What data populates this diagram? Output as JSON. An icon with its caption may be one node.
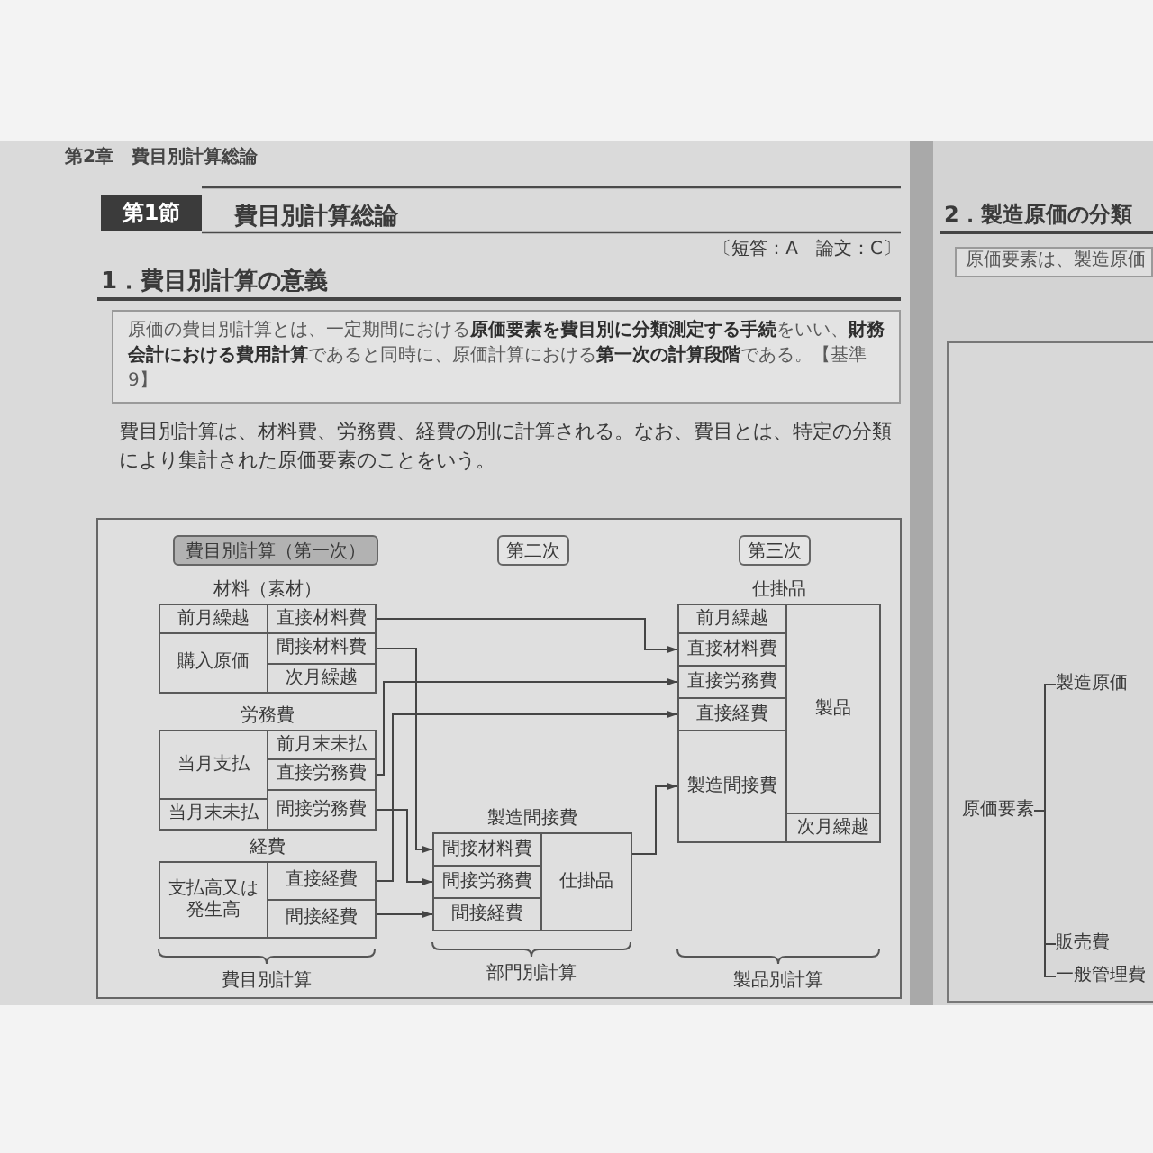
{
  "diagram": {
    "nodes": [
      {
        "text": [
          "第1節"
        ]
      },
      {
        "text": [
          "原価の費目別計算とは、一定期間における**原価要素を費目別に分類測定する手続**をいい、**財務会計における費用計算**であると同時に、原価計算における**第一次の計算段階**である。【基準9】"
        ]
      },
      {
        "text": [
          "費目別計算（第一次）"
        ]
      },
      {
        "text": [
          "第二次"
        ]
      },
      {
        "text": [
          "第三次"
        ]
      },
      {
        "text": [
          "材料（素材）"
        ]
      },
      {
        "text": [
          "前月繰越"
        ],
        "in": 5
      },
      {
        "text": [
          "購入原価"
        ],
        "in": 5
      },
      {
        "text": [
          "直接材料費"
        ],
        "in": 5
      },
      {
        "text": [
          "間接材料費"
        ],
        "in": 5
      },
      {
        "text": [
          "次月繰越"
        ],
        "in": 5
      },
      {
        "text": [
          "労務費"
        ]
      },
      {
        "text": [
          "当月支払"
        ],
        "in": 11
      },
      {
        "text": [
          "当月末未払"
        ],
        "in": 11
      },
      {
        "text": [
          "前月末未払"
        ],
        "in": 11
      },
      {
        "text": [
          "直接労務費"
        ],
        "in": 11
      },
      {
        "text": [
          "間接労務費"
        ],
        "in": 11
      },
      {
        "text": [
          "経費"
        ]
      },
      {
        "text": [
          "支払高又は発生高"
        ],
        "in": 17
      },
      {
        "text": [
          "直接経費"
        ],
        "in": 17
      },
      {
        "text": [
          "間接経費"
        ],
        "in": 17
      },
      {
        "text": [
          "製造間接費"
        ]
      },
      {
        "text": [
          "間接材料費"
        ],
        "in": 21
      },
      {
        "text": [
          "間接労務費"
        ],
        "in": 21
      },
      {
        "text": [
          "間接経費"
        ],
        "in": 21
      },
      {
        "text": [
          "仕掛品"
        ],
        "in": 21
      },
      {
        "text": [
          "仕掛品"
        ]
      },
      {
        "text": [
          "前月繰越"
        ],
        "in": 26
      },
      {
        "text": [
          "直接材料費"
        ],
        "in": 26
      },
      {
        "text": [
          "直接労務費"
        ],
        "in": 26
      },
      {
        "text": [
          "直接経費"
        ],
        "in": 26
      },
      {
        "text": [
          "製造間接費"
        ],
        "in": 26
      },
      {
        "text": [
          "製品"
        ],
        "in": 26
      },
      {
        "text": [
          "次月繰越"
        ],
        "in": 26
      },
      {
        "text": [
          "原価要素は、製造原価"
        ]
      },
      {
        "text": [
          "製造原価"
        ]
      },
      {
        "text": [
          "原価要素"
        ]
      },
      {
        "text": [
          "販売費"
        ]
      },
      {
        "text": [
          "一般管理費"
        ]
      }
    ],
    "edges": [
      {
        "from": 8,
        "to": 28,
        "arrow": "to"
      },
      {
        "from": 9,
        "to": 22,
        "arrow": "to"
      },
      {
        "from": 15,
        "to": 29,
        "arrow": "to"
      },
      {
        "from": 16,
        "to": 23,
        "arrow": "to"
      },
      {
        "from": 19,
        "to": 30,
        "arrow": "to"
      },
      {
        "from": 20,
        "to": 24,
        "arrow": "to"
      },
      {
        "from": 25,
        "to": 31,
        "arrow": "to"
      },
      {
        "from": 36,
        "to": 35,
        "arrow": "none"
      },
      {
        "from": 36,
        "to": 37,
        "arrow": "none"
      },
      {
        "from": 36,
        "to": 38,
        "arrow": "none"
      }
    ],
    "labels": [
      "第2章　費目別計算総論",
      "費目別計算総論",
      "〔短答：A　論文：C〕",
      "1．費目別計算の意義",
      "費目別計算は、材料費、労務費、経費の別に計算される。なお、費目とは、特定の分類により集計された原価要素のことをいう。",
      "費目別計算",
      "部門別計算",
      "製品別計算",
      "2．製造原価の分類"
    ]
  }
}
